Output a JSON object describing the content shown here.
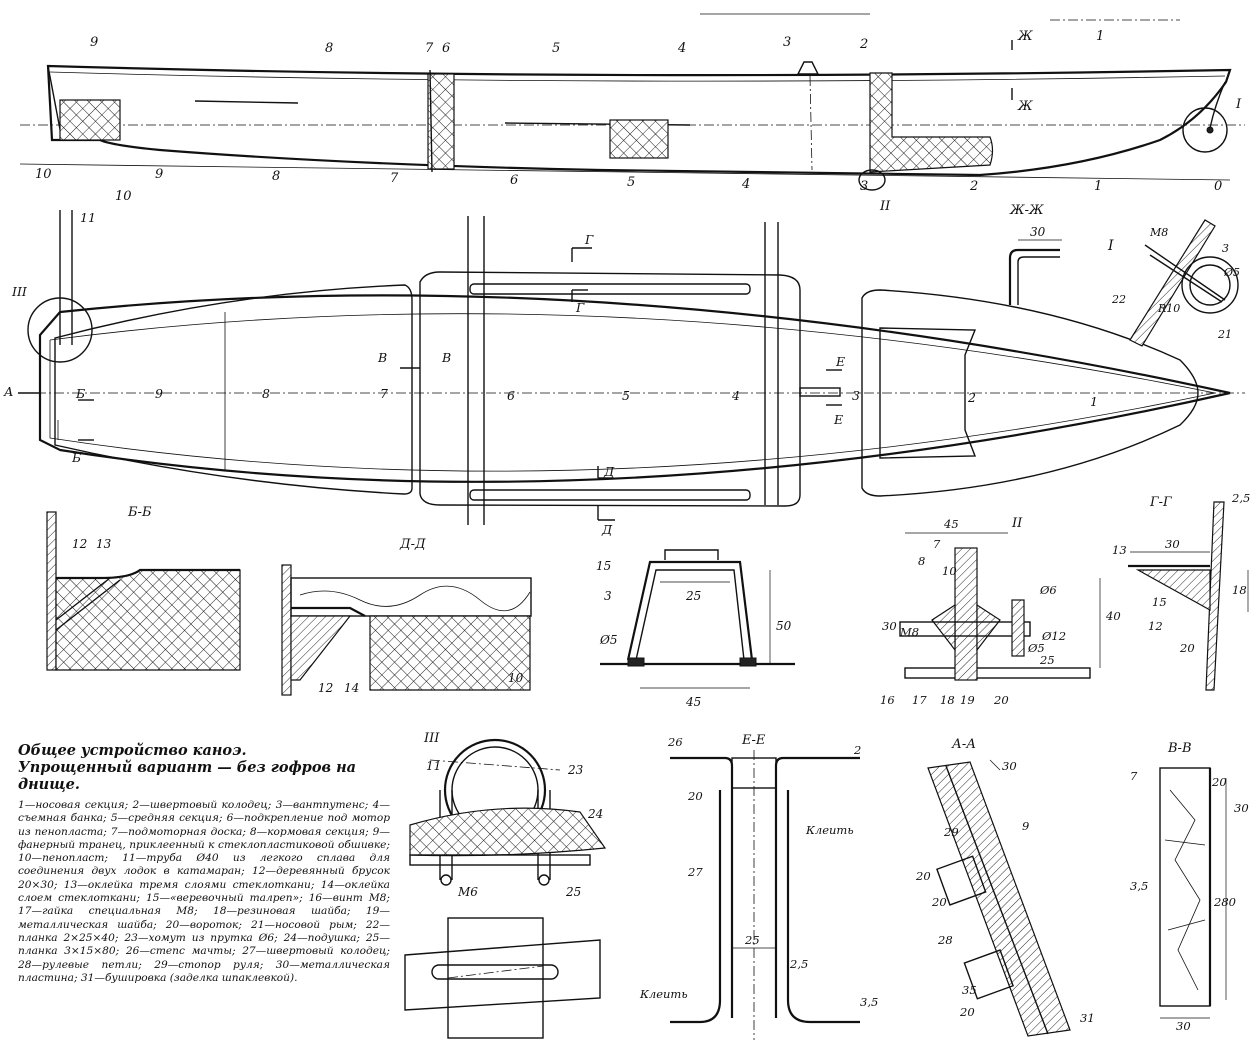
{
  "caption": {
    "title": "Общее устройство каноэ.",
    "subtitle": "Упрощенный вариант — без гофров на днище.",
    "legend": "1—носовая секция; 2—швертовый колодец; 3—вантпутенс; 4—съемная банка; 5—средняя секция; 6—подкрепление под мотор из пенопласта; 7—подмоторная доска; 8—кормовая секция; 9—фанерный транец, приклеенный к стеклопластиковой обшивке; 10—пенопласт; 11—труба Ø40 из легкого сплава для соединения двух лодок в катамаран; 12—деревянный брусок 20×30; 13—оклейка тремя слоями стеклоткани; 14—оклейка слоем стеклоткани; 15—«веревочный талреп»; 16—винт M8; 17—гайка специальная M8; 18—резиновая шайба; 19—металлическая шайба; 20—вороток; 21—носовой рым; 22—планка 2×25×40; 23—хомут из прутка Ø6; 24—подушка; 25—планка 3×15×80; 26—степс мачты; 27—швертовый колодец; 28—рулевые петли; 29—стопор руля; 30—металлическая пластина; 31—буширoвка (заделка шпаклевкой)."
  },
  "side_view": {
    "part_numbers": [
      "9",
      "8",
      "7",
      "6",
      "5",
      "4",
      "3",
      "2",
      "1"
    ],
    "station_numbers": [
      "10",
      "9",
      "8",
      "7",
      "6",
      "5",
      "4",
      "3",
      "2",
      "1",
      "0"
    ],
    "foam_label": "10",
    "callouts": {
      "detail_I": "I",
      "detail_II": "II",
      "section_zh": "Ж",
      "section_zh2": "Ж"
    }
  },
  "plan_view": {
    "tube_label": "11",
    "detail_III": "III",
    "stations": [
      "9",
      "8",
      "7",
      "6",
      "5",
      "4",
      "3",
      "2",
      "1"
    ],
    "section_marks": {
      "A": "А",
      "B": "Б",
      "B2": "Б",
      "V": "В",
      "V2": "В",
      "G": "Г",
      "G2": "Г",
      "D": "Д",
      "D2": "Д",
      "E": "Е",
      "E2": "Е"
    }
  },
  "sections": {
    "zh_zh": {
      "title": "Ж-Ж",
      "dim": "30"
    },
    "detail_I": {
      "title": "I",
      "labels": [
        "M8",
        "3",
        "Ø5",
        "R10",
        "22",
        "21"
      ]
    },
    "b_b": {
      "title": "Б-Б",
      "labels": [
        "12",
        "13"
      ]
    },
    "d_d": {
      "title": "Д-Д",
      "labels": [
        "12",
        "14",
        "10"
      ]
    },
    "chainplate": {
      "labels": [
        "15",
        "3",
        "25",
        "50",
        "Ø5",
        "45"
      ]
    },
    "detail_II": {
      "title": "II",
      "labels": [
        "45",
        "7",
        "8",
        "10",
        "30",
        "M8",
        "Ø6",
        "40",
        "Ø12",
        "Ø5",
        "25",
        "16",
        "17",
        "18",
        "19",
        "20"
      ]
    },
    "g_g": {
      "title": "Г-Г",
      "labels": [
        "2,5",
        "30",
        "13",
        "15",
        "18",
        "20",
        "12"
      ]
    },
    "detail_III": {
      "title": "III",
      "labels": [
        "11",
        "23",
        "24",
        "M6",
        "25"
      ]
    },
    "e_e": {
      "title": "Е-Е",
      "labels": [
        "26",
        "2",
        "20",
        "Клеить",
        "27",
        "25",
        "2,5",
        "Клеить",
        "3,5"
      ]
    },
    "a_a": {
      "title": "А-А",
      "labels": [
        "30",
        "9",
        "29",
        "20",
        "20",
        "28",
        "35",
        "20",
        "31"
      ]
    },
    "v_v": {
      "title": "В-В",
      "labels": [
        "7",
        "20",
        "30",
        "3,5",
        "280",
        "30"
      ]
    }
  }
}
